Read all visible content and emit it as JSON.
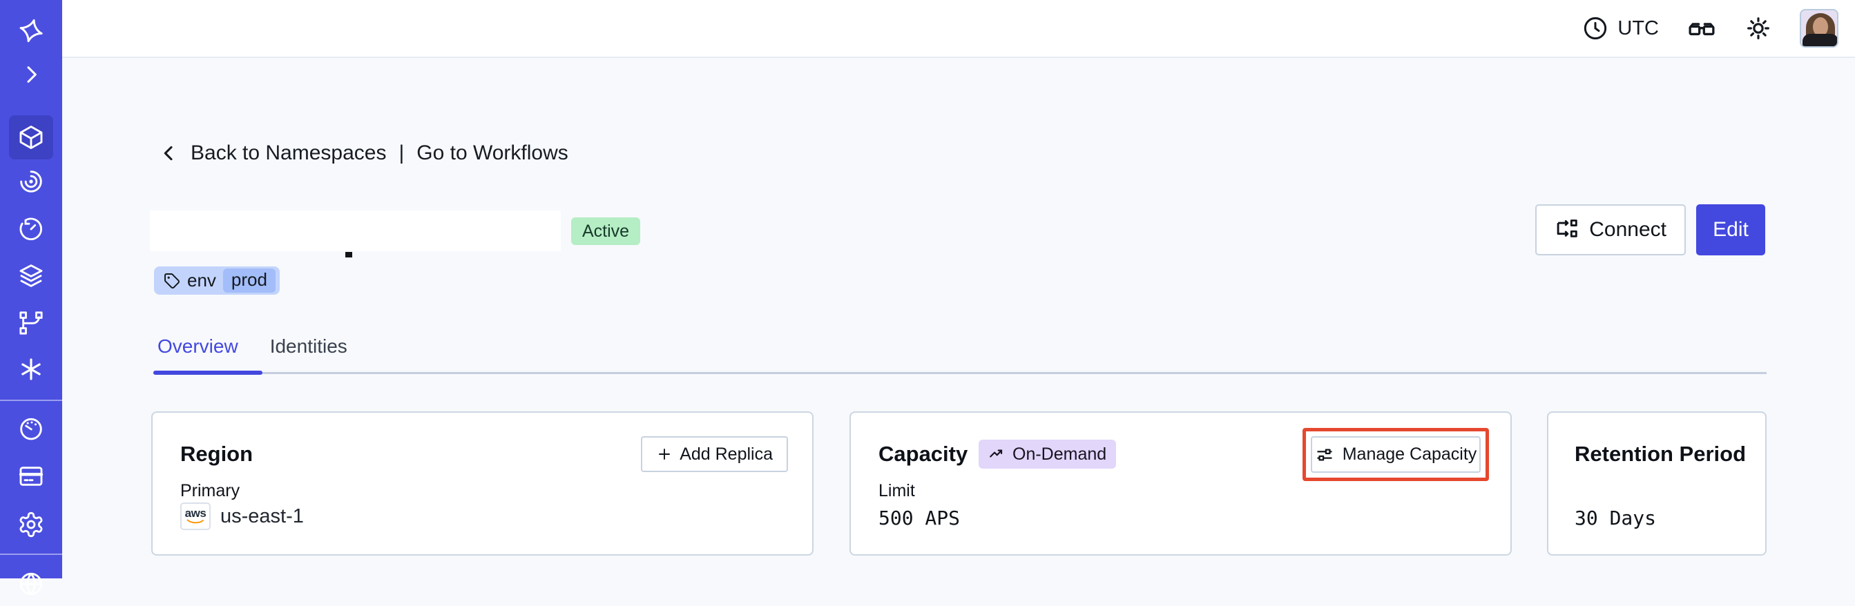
{
  "topbar": {
    "timezone": "UTC",
    "icons": [
      "clock-icon",
      "glasses-icon",
      "brightness-icon",
      "user-avatar"
    ]
  },
  "sidebar": {
    "active_item": "namespaces",
    "icons": [
      "temporal-logo",
      "expand-chevron-icon",
      "namespaces-cube-icon",
      "spiral-icon",
      "schedules-clock-icon",
      "layers-icon",
      "branch-icon",
      "asterisk-icon",
      "usage-gauge-icon",
      "billing-card-icon",
      "settings-gear-icon",
      "globe-icon"
    ]
  },
  "breadcrumb": {
    "back": "Back to Namespaces",
    "divider": "|",
    "workflows": "Go to Workflows"
  },
  "namespace_header": {
    "status": "Active",
    "tag_key": "env",
    "tag_value": "prod",
    "connect": "Connect",
    "edit": "Edit"
  },
  "tabs": [
    {
      "label": "Overview",
      "active": true
    },
    {
      "label": "Identities",
      "active": false
    }
  ],
  "cards": {
    "region": {
      "title": "Region",
      "action": "Add Replica",
      "label": "Primary",
      "provider": "aws",
      "value": "us-east-1"
    },
    "capacity": {
      "title": "Capacity",
      "badge": "On-Demand",
      "action": "Manage Capacity",
      "label": "Limit",
      "value": "500 APS",
      "highlighted": true
    },
    "retention": {
      "title": "Retention Period",
      "value": "30 Days"
    }
  },
  "colors": {
    "sidebar": "#4B4FE0",
    "sidebar_active": "#3D41C4",
    "accent": "#4348DF",
    "status_green_bg": "#B5EDC4",
    "status_green_text": "#173A2A",
    "tag_bg": "#C3D4FC",
    "tag_chip_bg": "#A2BDF9",
    "ondemand_bg": "#E2D6FB",
    "highlight_red": "#E5482E"
  }
}
